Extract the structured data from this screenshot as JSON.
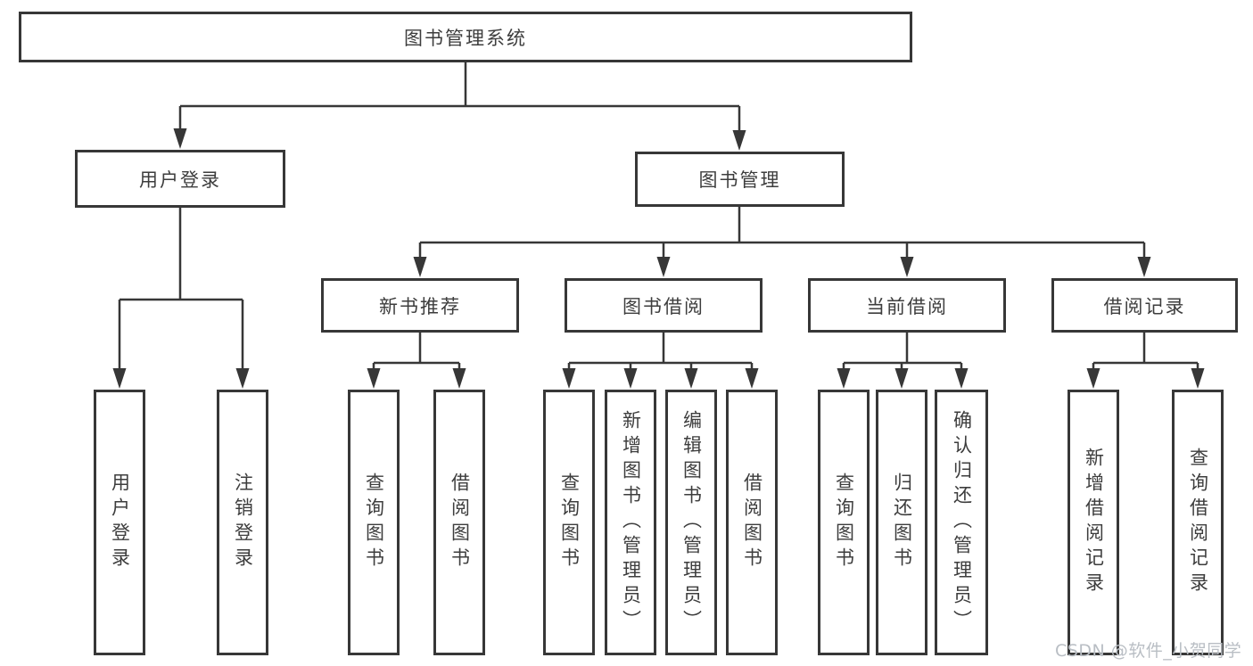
{
  "diagram": {
    "tree": {
      "root": {
        "label": "图书管理系统"
      },
      "branches": [
        {
          "label": "用户登录",
          "children": [
            {
              "label": "用户登录"
            },
            {
              "label": "注销登录"
            }
          ]
        },
        {
          "label": "图书管理",
          "children": [
            {
              "label": "新书推荐",
              "children": [
                {
                  "label": "查询图书"
                },
                {
                  "label": "借阅图书"
                }
              ]
            },
            {
              "label": "图书借阅",
              "children": [
                {
                  "label": "查询图书"
                },
                {
                  "label": "新增图书（管理员）"
                },
                {
                  "label": "编辑图书（管理员）"
                },
                {
                  "label": "借阅图书"
                }
              ]
            },
            {
              "label": "当前借阅",
              "children": [
                {
                  "label": "查询图书"
                },
                {
                  "label": "归还图书"
                },
                {
                  "label": "确认归还（管理员）"
                }
              ]
            },
            {
              "label": "借阅记录",
              "children": [
                {
                  "label": "新增借阅记录"
                },
                {
                  "label": "查询借阅记录"
                }
              ]
            }
          ]
        }
      ]
    },
    "colors": {
      "line": "#373737",
      "border": "#373737",
      "text": "#3d3d3d",
      "background": "#ffffff",
      "watermark": "#b9bec4"
    }
  },
  "watermark": {
    "text": "CSDN @软件_小贺同学"
  }
}
